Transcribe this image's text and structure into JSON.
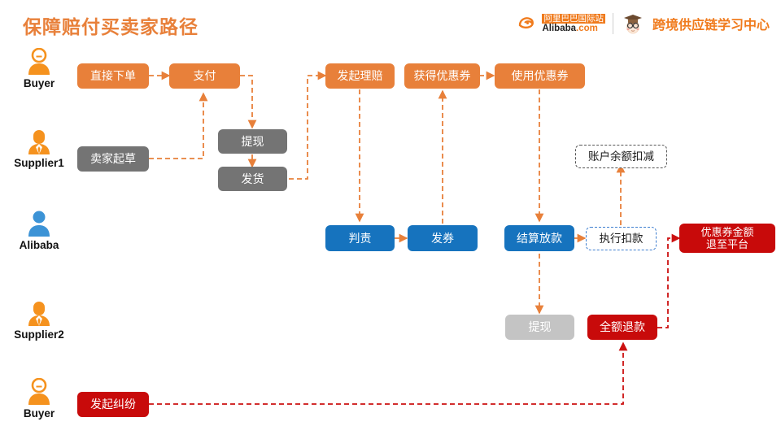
{
  "header": {
    "title": "保障赔付买卖家路径",
    "brand": {
      "alibaba_cn": "阿里巴巴国际站",
      "alibaba_en": "Alibaba",
      "alibaba_tld": ".com",
      "center_name": "跨境供应链学习中心"
    }
  },
  "colors": {
    "orange": "#E8803A",
    "blue": "#1673BE",
    "red": "#C80A0A",
    "gray": "#747474",
    "gray_light": "#C4C4C4",
    "dash_gray": "#555555",
    "dash_blue": "#3F7FD0",
    "title": "#E8803A"
  },
  "actors": [
    {
      "id": "buyer-top",
      "label": "Buyer",
      "icon": "buyer-person-icon",
      "color": "#F5921E"
    },
    {
      "id": "supplier1",
      "label": "Supplier1",
      "icon": "supplier-person-icon",
      "color": "#F5921E"
    },
    {
      "id": "alibaba",
      "label": "Alibaba",
      "icon": "alibaba-person-icon",
      "color": "#3C93D6"
    },
    {
      "id": "supplier2",
      "label": "Supplier2",
      "icon": "supplier-person-icon",
      "color": "#F5921E"
    },
    {
      "id": "buyer-bottom",
      "label": "Buyer",
      "icon": "buyer-person-icon",
      "color": "#F5921E"
    }
  ],
  "chart_data": {
    "type": "flowchart",
    "title": "保障赔付买卖家路径",
    "lanes": [
      "Buyer",
      "Supplier1",
      "Alibaba",
      "Supplier2",
      "Buyer"
    ],
    "nodes": [
      {
        "id": "place-order",
        "label": "直接下单",
        "lane": "Buyer",
        "style": "orange"
      },
      {
        "id": "pay",
        "label": "支付",
        "lane": "Buyer",
        "style": "orange"
      },
      {
        "id": "file-claim",
        "label": "发起理赔",
        "lane": "Buyer",
        "style": "orange"
      },
      {
        "id": "get-coupon",
        "label": "获得优惠券",
        "lane": "Buyer",
        "style": "orange"
      },
      {
        "id": "use-coupon",
        "label": "使用优惠券",
        "lane": "Buyer",
        "style": "orange"
      },
      {
        "id": "seller-draft",
        "label": "卖家起草",
        "lane": "Supplier1",
        "style": "gray"
      },
      {
        "id": "withdraw-1",
        "label": "提现",
        "lane": "Supplier1",
        "style": "gray"
      },
      {
        "id": "ship",
        "label": "发货",
        "lane": "Supplier1",
        "style": "gray"
      },
      {
        "id": "balance-deduct",
        "label": "账户余额扣减",
        "lane": "Alibaba",
        "style": "dash-gray"
      },
      {
        "id": "assign-liability",
        "label": "判责",
        "lane": "Alibaba",
        "style": "blue"
      },
      {
        "id": "issue-coupon",
        "label": "发券",
        "lane": "Alibaba",
        "style": "blue"
      },
      {
        "id": "settle-payout",
        "label": "结算放款",
        "lane": "Alibaba",
        "style": "blue"
      },
      {
        "id": "execute-deduct",
        "label": "执行扣款",
        "lane": "Alibaba",
        "style": "dash-blue"
      },
      {
        "id": "coupon-return",
        "label": "优惠券金额\n退至平台",
        "lane": "Alibaba",
        "style": "red"
      },
      {
        "id": "withdraw-2",
        "label": "提现",
        "lane": "Supplier2",
        "style": "gray-light"
      },
      {
        "id": "full-refund",
        "label": "全额退款",
        "lane": "Supplier2",
        "style": "red"
      },
      {
        "id": "raise-dispute",
        "label": "发起纠纷",
        "lane": "Buyer",
        "style": "red"
      }
    ],
    "edges": [
      {
        "from": "place-order",
        "to": "pay",
        "color": "orange"
      },
      {
        "from": "seller-draft",
        "to": "pay",
        "color": "orange"
      },
      {
        "from": "pay",
        "to": "withdraw-1",
        "color": "orange"
      },
      {
        "from": "withdraw-1",
        "to": "ship",
        "color": "orange"
      },
      {
        "from": "ship",
        "to": "file-claim",
        "color": "orange"
      },
      {
        "from": "file-claim",
        "to": "assign-liability",
        "color": "orange"
      },
      {
        "from": "assign-liability",
        "to": "issue-coupon",
        "color": "orange"
      },
      {
        "from": "issue-coupon",
        "to": "get-coupon",
        "color": "orange"
      },
      {
        "from": "get-coupon",
        "to": "use-coupon",
        "color": "orange"
      },
      {
        "from": "use-coupon",
        "to": "settle-payout",
        "color": "orange"
      },
      {
        "from": "settle-payout",
        "to": "execute-deduct",
        "color": "orange"
      },
      {
        "from": "execute-deduct",
        "to": "balance-deduct",
        "color": "orange"
      },
      {
        "from": "settle-payout",
        "to": "withdraw-2",
        "color": "orange"
      },
      {
        "from": "full-refund",
        "to": "coupon-return",
        "color": "red"
      },
      {
        "from": "raise-dispute",
        "to": "full-refund",
        "color": "red"
      }
    ]
  }
}
